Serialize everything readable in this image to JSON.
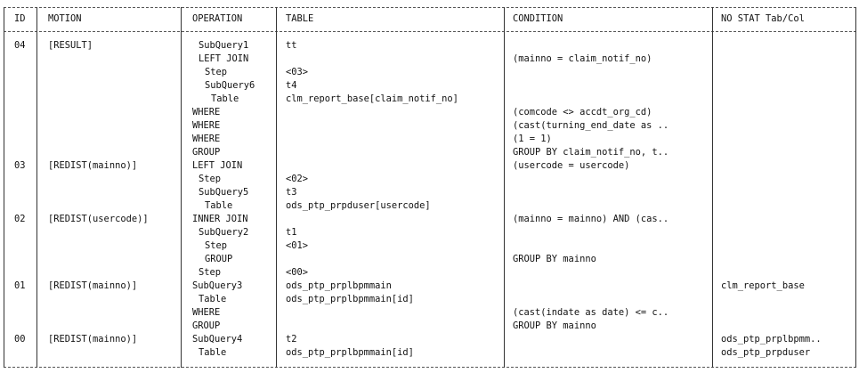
{
  "headers": {
    "id": "ID",
    "motion": "MOTION",
    "operation": "OPERATION",
    "table": "TABLE",
    "condition": "CONDITION",
    "nostat": "NO STAT Tab/Col"
  },
  "rows": [
    {
      "id": "04",
      "motion": "[RESULT]",
      "operation": "SubQuery1",
      "op_indent": 1,
      "table": "tt",
      "condition": "",
      "nostat": ""
    },
    {
      "id": "",
      "motion": "",
      "operation": "LEFT JOIN",
      "op_indent": 1,
      "table": "",
      "condition": "(mainno = claim_notif_no)",
      "nostat": ""
    },
    {
      "id": "",
      "motion": "",
      "operation": "Step",
      "op_indent": 2,
      "table": "<03>",
      "condition": "",
      "nostat": ""
    },
    {
      "id": "",
      "motion": "",
      "operation": "SubQuery6",
      "op_indent": 2,
      "table": "t4",
      "condition": "",
      "nostat": ""
    },
    {
      "id": "",
      "motion": "",
      "operation": "Table",
      "op_indent": 3,
      "table": "clm_report_base[claim_notif_no]",
      "condition": "",
      "nostat": ""
    },
    {
      "id": "",
      "motion": "",
      "operation": "WHERE",
      "op_indent": 0,
      "table": "",
      "condition": "(comcode <> accdt_org_cd)",
      "nostat": ""
    },
    {
      "id": "",
      "motion": "",
      "operation": "WHERE",
      "op_indent": 0,
      "table": "",
      "condition": "(cast(turning_end_date as ..",
      "nostat": ""
    },
    {
      "id": "",
      "motion": "",
      "operation": "WHERE",
      "op_indent": 0,
      "table": "",
      "condition": "(1 = 1)",
      "nostat": ""
    },
    {
      "id": "",
      "motion": "",
      "operation": "GROUP",
      "op_indent": 0,
      "table": "",
      "condition": "GROUP BY claim_notif_no, t..",
      "nostat": ""
    },
    {
      "id": "03",
      "motion": "[REDIST(mainno)]",
      "operation": "LEFT JOIN",
      "op_indent": 0,
      "table": "",
      "condition": "(usercode = usercode)",
      "nostat": ""
    },
    {
      "id": "",
      "motion": "",
      "operation": "Step",
      "op_indent": 1,
      "table": "<02>",
      "condition": "",
      "nostat": ""
    },
    {
      "id": "",
      "motion": "",
      "operation": "SubQuery5",
      "op_indent": 1,
      "table": "t3",
      "condition": "",
      "nostat": ""
    },
    {
      "id": "",
      "motion": "",
      "operation": "Table",
      "op_indent": 2,
      "table": "ods_ptp_prpduser[usercode]",
      "condition": "",
      "nostat": ""
    },
    {
      "id": "02",
      "motion": "[REDIST(usercode)]",
      "operation": "INNER JOIN",
      "op_indent": 0,
      "table": "",
      "condition": "(mainno = mainno) AND (cas..",
      "nostat": ""
    },
    {
      "id": "",
      "motion": "",
      "operation": "SubQuery2",
      "op_indent": 1,
      "table": "t1",
      "condition": "",
      "nostat": ""
    },
    {
      "id": "",
      "motion": "",
      "operation": "Step",
      "op_indent": 2,
      "table": "<01>",
      "condition": "",
      "nostat": ""
    },
    {
      "id": "",
      "motion": "",
      "operation": "GROUP",
      "op_indent": 2,
      "table": "",
      "condition": "GROUP BY mainno",
      "nostat": ""
    },
    {
      "id": "",
      "motion": "",
      "operation": "Step",
      "op_indent": 1,
      "table": "<00>",
      "condition": "",
      "nostat": ""
    },
    {
      "id": "01",
      "motion": "[REDIST(mainno)]",
      "operation": "SubQuery3",
      "op_indent": 0,
      "table": "ods_ptp_prplbpmmain",
      "condition": "",
      "nostat": "clm_report_base"
    },
    {
      "id": "",
      "motion": "",
      "operation": "Table",
      "op_indent": 1,
      "table": "ods_ptp_prplbpmmain[id]",
      "condition": "",
      "nostat": ""
    },
    {
      "id": "",
      "motion": "",
      "operation": "WHERE",
      "op_indent": 0,
      "table": "",
      "condition": "(cast(indate as date) <= c..",
      "nostat": ""
    },
    {
      "id": "",
      "motion": "",
      "operation": "GROUP",
      "op_indent": 0,
      "table": "",
      "condition": "GROUP BY mainno",
      "nostat": ""
    },
    {
      "id": "00",
      "motion": "[REDIST(mainno)]",
      "operation": "SubQuery4",
      "op_indent": 0,
      "table": "t2",
      "condition": "",
      "nostat": "ods_ptp_prplbpmm.."
    },
    {
      "id": "",
      "motion": "",
      "operation": "Table",
      "op_indent": 1,
      "table": "ods_ptp_prplbpmmain[id]",
      "condition": "",
      "nostat": "ods_ptp_prpduser"
    }
  ]
}
